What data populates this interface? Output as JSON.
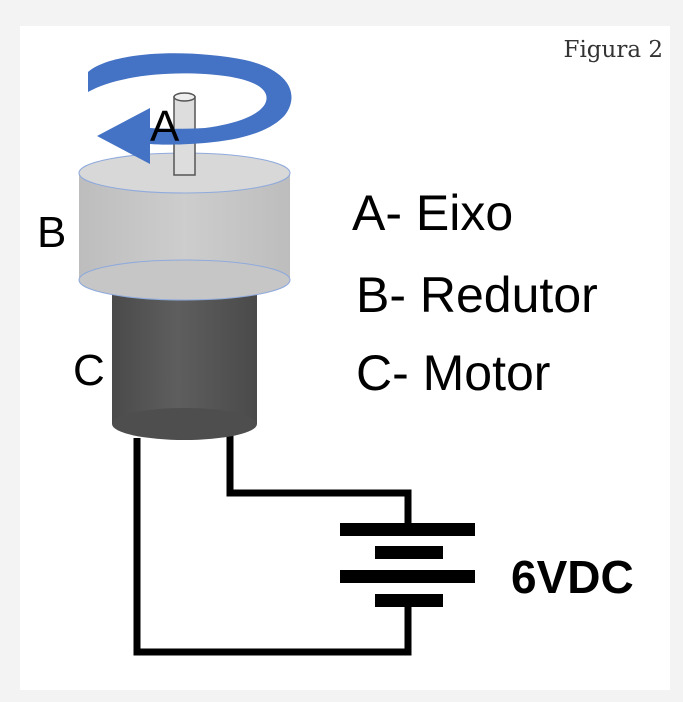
{
  "figure": {
    "caption": "Figura 2"
  },
  "labels": {
    "shaft": "A",
    "reducer": "B",
    "motor": "C"
  },
  "legend": [
    "A- Eixo",
    "B- Redutor",
    "C- Motor"
  ],
  "battery": {
    "voltage": "6VDC"
  },
  "colors": {
    "arrow": "#4472c4",
    "reducer": "#c9c9c9",
    "motor": "#595959",
    "shaft": "#dddddd",
    "wire": "#000000"
  }
}
